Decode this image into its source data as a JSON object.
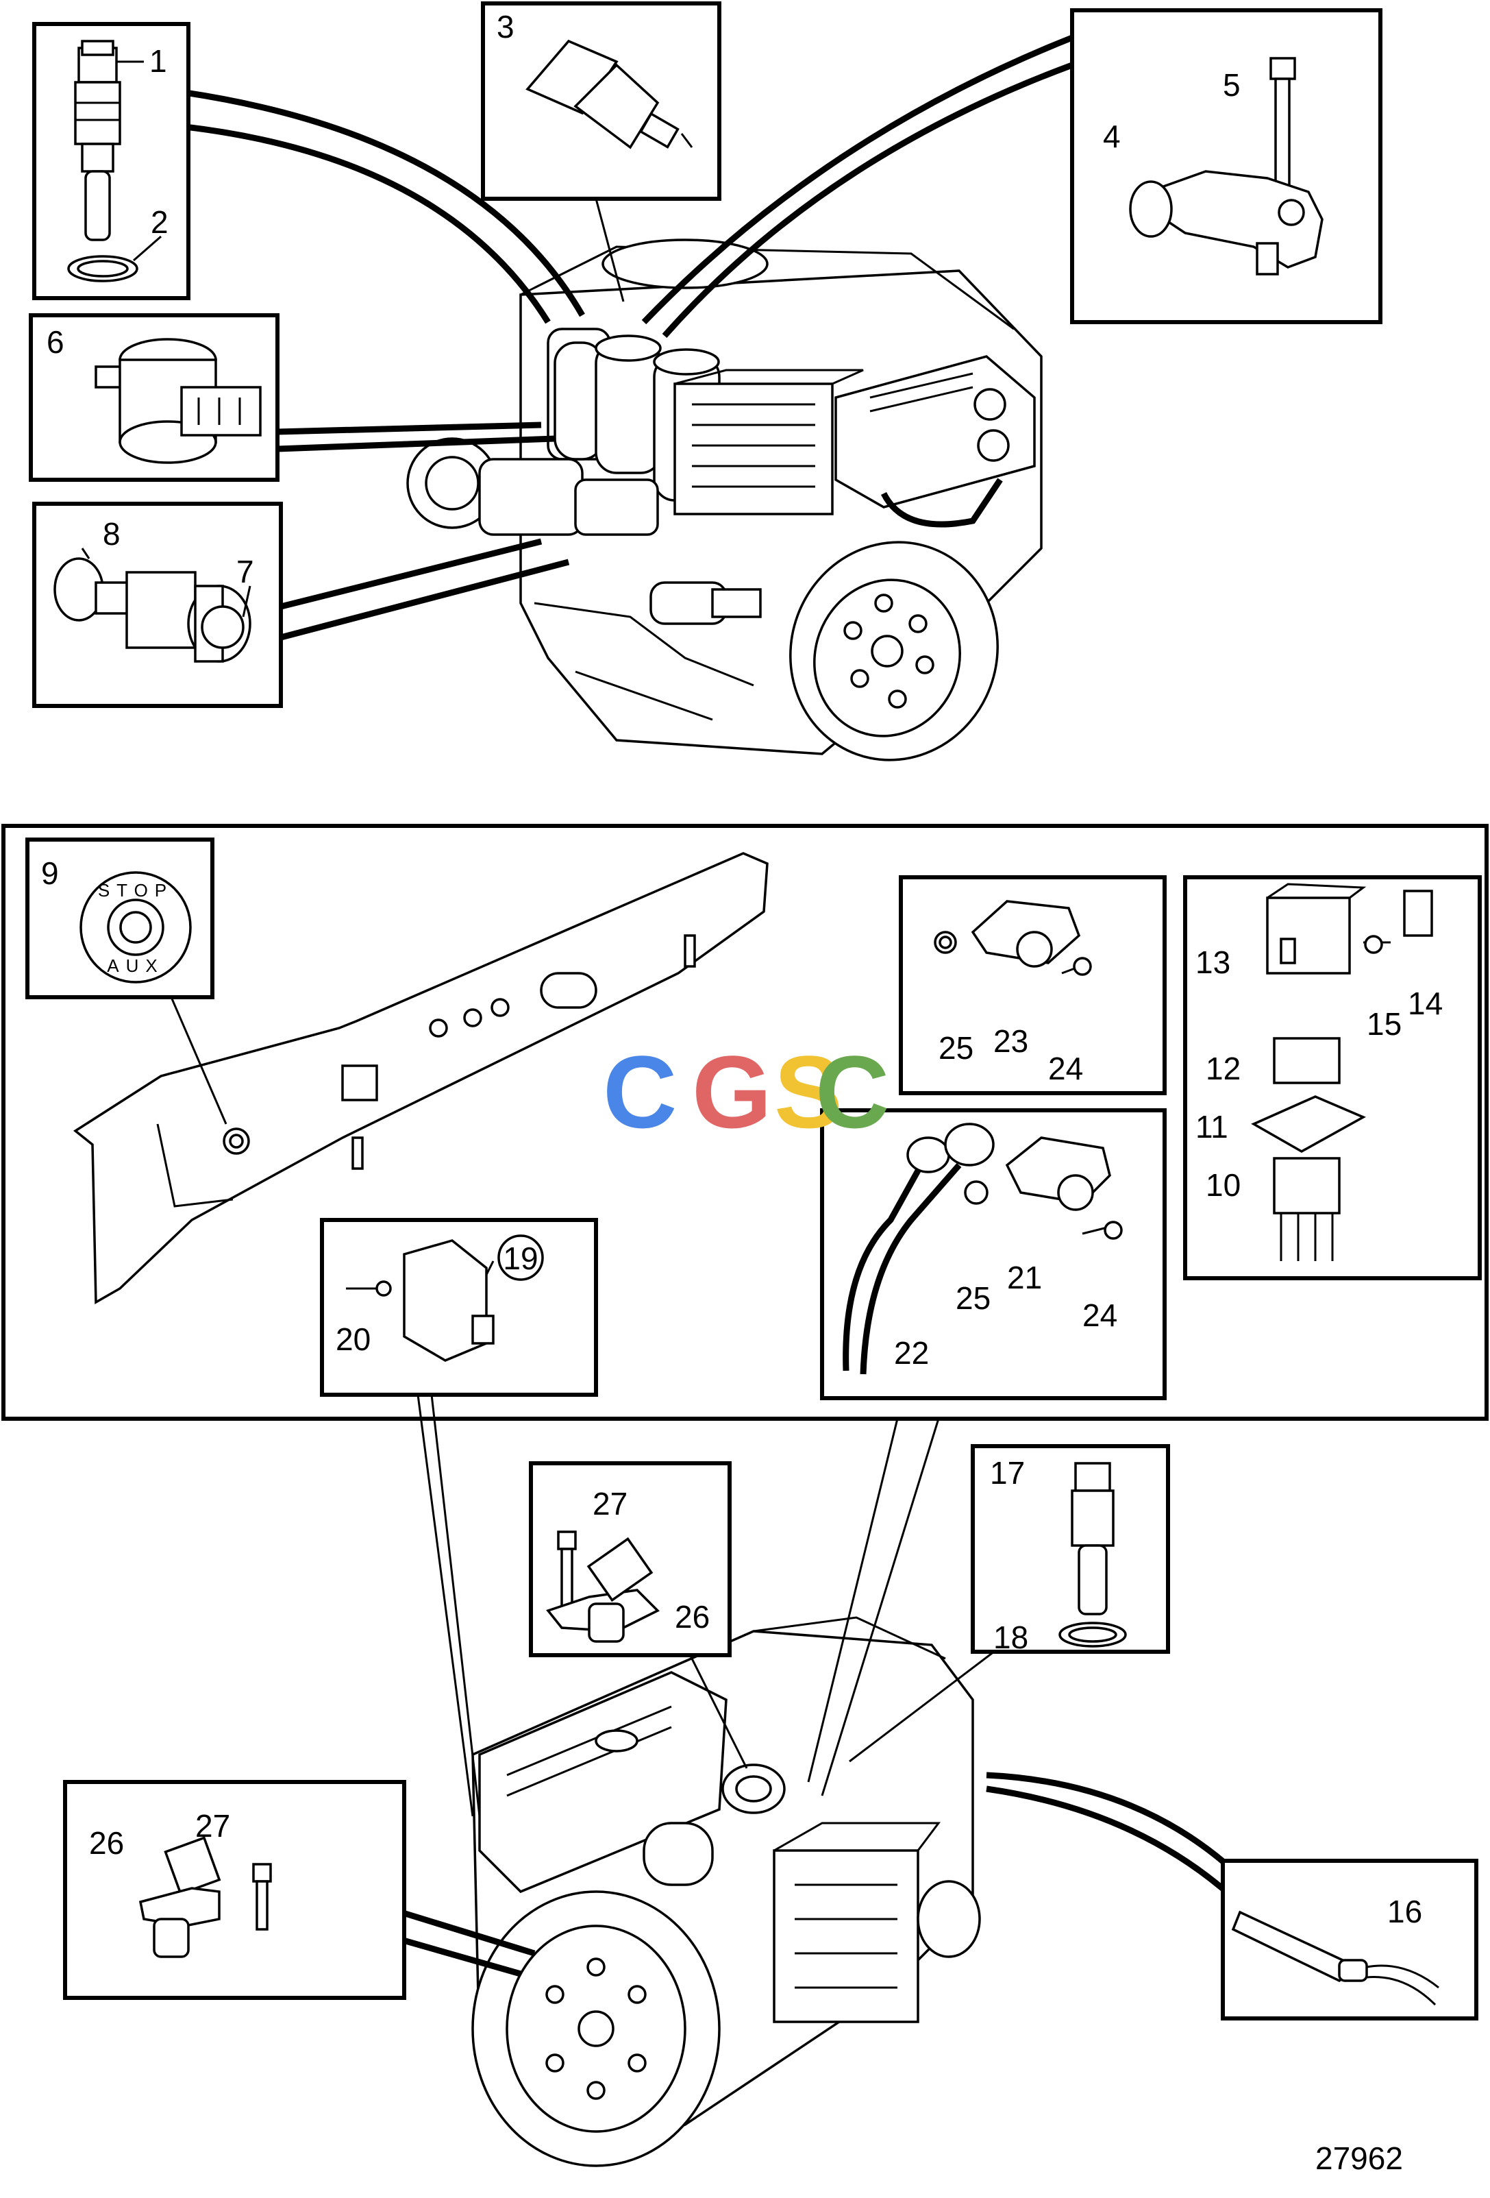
{
  "callouts": [
    "1",
    "2",
    "3",
    "4",
    "5",
    "6",
    "7",
    "8",
    "9",
    "10",
    "11",
    "12",
    "13",
    "14",
    "15",
    "16",
    "17",
    "18",
    "19",
    "20",
    "21",
    "22",
    "23",
    "24",
    "25",
    "26",
    "27"
  ],
  "dup": {
    "c24b": "24",
    "c25b": "25",
    "c26b": "26",
    "c27b": "27"
  },
  "button": {
    "top": "STOP",
    "bottom": "AUX"
  },
  "watermark": {
    "letters": [
      "C",
      "G",
      "S",
      "C"
    ],
    "colors": [
      "#4a86e8",
      "#e06666",
      "#f1c232",
      "#6aa84f"
    ]
  },
  "figure_number": "27962"
}
